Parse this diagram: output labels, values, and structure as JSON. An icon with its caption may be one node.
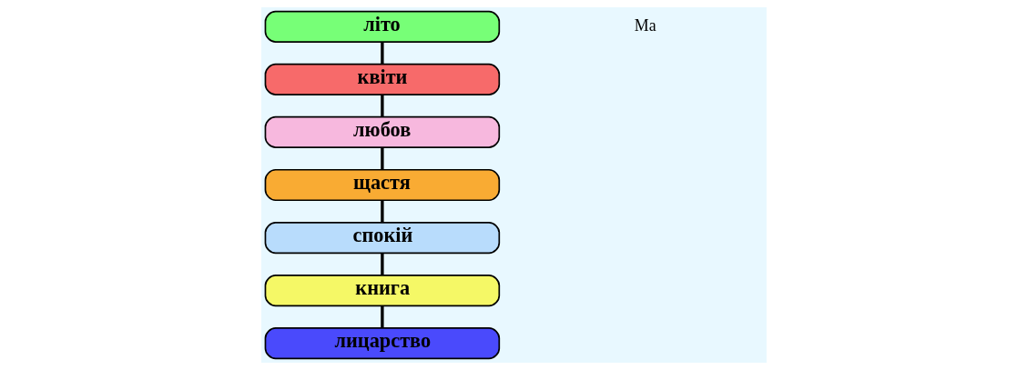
{
  "diagram": {
    "nodes": [
      {
        "text": [
          "літо"
        ]
      },
      {
        "text": [
          "квіти"
        ]
      },
      {
        "text": [
          "любов"
        ]
      },
      {
        "text": [
          "щастя"
        ]
      },
      {
        "text": [
          "спокій"
        ]
      },
      {
        "text": [
          "книга"
        ]
      },
      {
        "text": [
          "лицарство"
        ]
      }
    ],
    "edges": [
      {
        "from": 0,
        "to": 1,
        "arrow": "none"
      },
      {
        "from": 1,
        "to": 2,
        "arrow": "none"
      },
      {
        "from": 2,
        "to": 3,
        "arrow": "none"
      },
      {
        "from": 3,
        "to": 4,
        "arrow": "none"
      },
      {
        "from": 4,
        "to": 5,
        "arrow": "none"
      },
      {
        "from": 5,
        "to": 6,
        "arrow": "none"
      }
    ],
    "labels": [
      "Ма"
    ]
  }
}
